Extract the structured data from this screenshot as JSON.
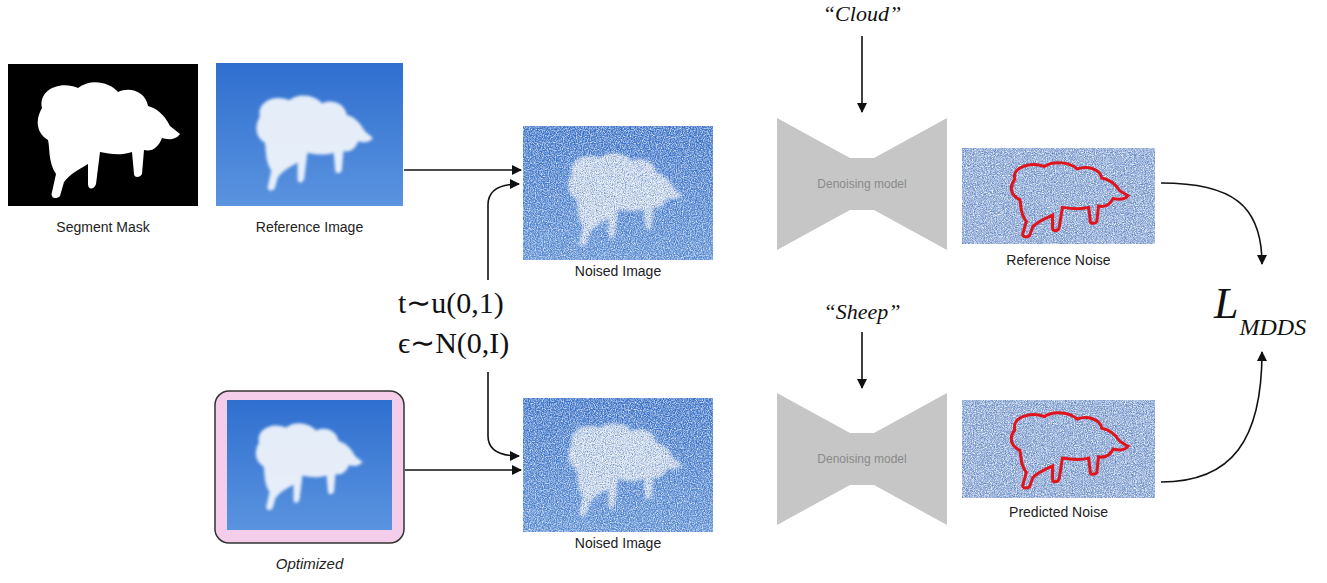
{
  "diagram": {
    "nodes": [
      {
        "text": [
          "Segment Mask"
        ]
      },
      {
        "text": [
          "Reference Image"
        ]
      },
      {
        "text": [
          "Noised Image"
        ]
      },
      {
        "text": [
          "Denoising model"
        ]
      },
      {
        "text": [
          "Reference Noise"
        ]
      },
      {
        "text": [
          "Optimized"
        ]
      },
      {
        "text": [
          "Noised Image"
        ]
      },
      {
        "text": [
          "Denoising model"
        ]
      },
      {
        "text": [
          "Predicted Noise"
        ]
      }
    ],
    "edges": [
      {
        "from": 1,
        "to": 2,
        "arrow": "to"
      },
      {
        "from": 5,
        "to": 6,
        "arrow": "to"
      }
    ],
    "labels": [
      "“Cloud”",
      "“Sheep”",
      "t∼u(0,1)",
      "ϵ∼N(0,I)",
      "L",
      "MDDS"
    ]
  }
}
